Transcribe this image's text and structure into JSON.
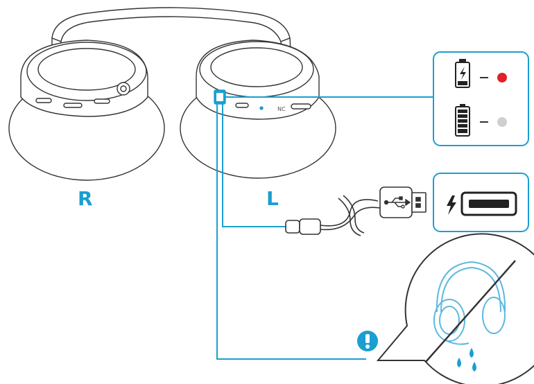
{
  "labels": {
    "right_earcup": "R",
    "left_earcup": "L",
    "noise_cancel_button": "NC"
  },
  "charging_indicator": [
    {
      "battery_state": "charging",
      "led_color": "red"
    },
    {
      "battery_state": "full",
      "led_color": "off"
    }
  ],
  "colors": {
    "accent": "#1a9fd0",
    "line": "#333333",
    "led_red": "#e0202a",
    "led_off": "#cfcfcf",
    "water": "#1a9fd0"
  },
  "icons": {
    "charge_port": "usb-c-port-icon",
    "cable": "usb-cable-icon",
    "power_source": "usb-a-power-source-icon",
    "warning": "exclamation-warning-icon",
    "water": "water-drops-icon",
    "prohibited": "no-wet-charging-icon"
  }
}
